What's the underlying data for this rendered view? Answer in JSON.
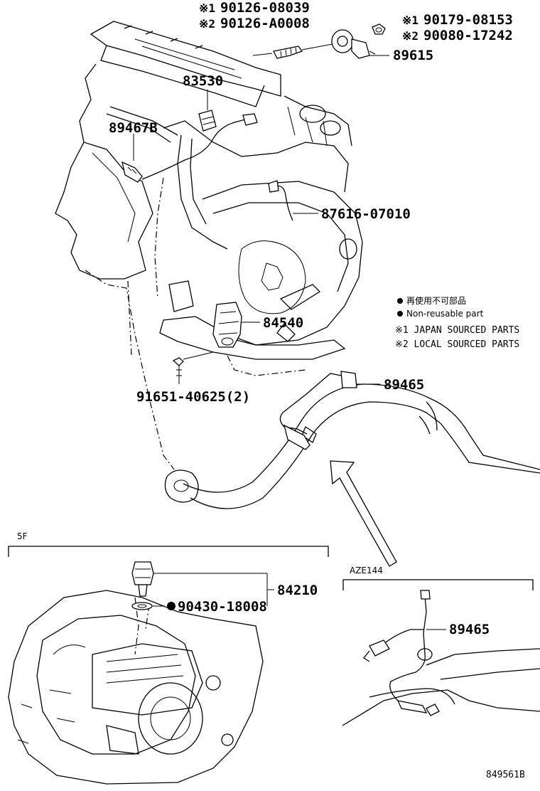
{
  "labels": {
    "jp_mark": "※1",
    "local_mark": "※2",
    "p1": "90126-08039",
    "p2": "90126-A0008",
    "p3": "90179-08153",
    "p4": "90080-17242",
    "p5": "89615",
    "p6": "83530",
    "p7": "89467B",
    "p8": "87616-07010",
    "p9": "84540",
    "p10": "91651-40625(2)",
    "p11": "89465",
    "p12": "84210",
    "p13": "90430-18008",
    "p14": "89465"
  },
  "legend": {
    "line1": "再使用不可部品",
    "line2": "Non-reusable part",
    "line3": "※1  JAPAN SOURCED PARTS",
    "line4": "※2  LOCAL SOURCED PARTS"
  },
  "sections": {
    "transmission": "5F",
    "variant": "AZE144"
  },
  "footer": {
    "diagram_id": "849561B"
  }
}
